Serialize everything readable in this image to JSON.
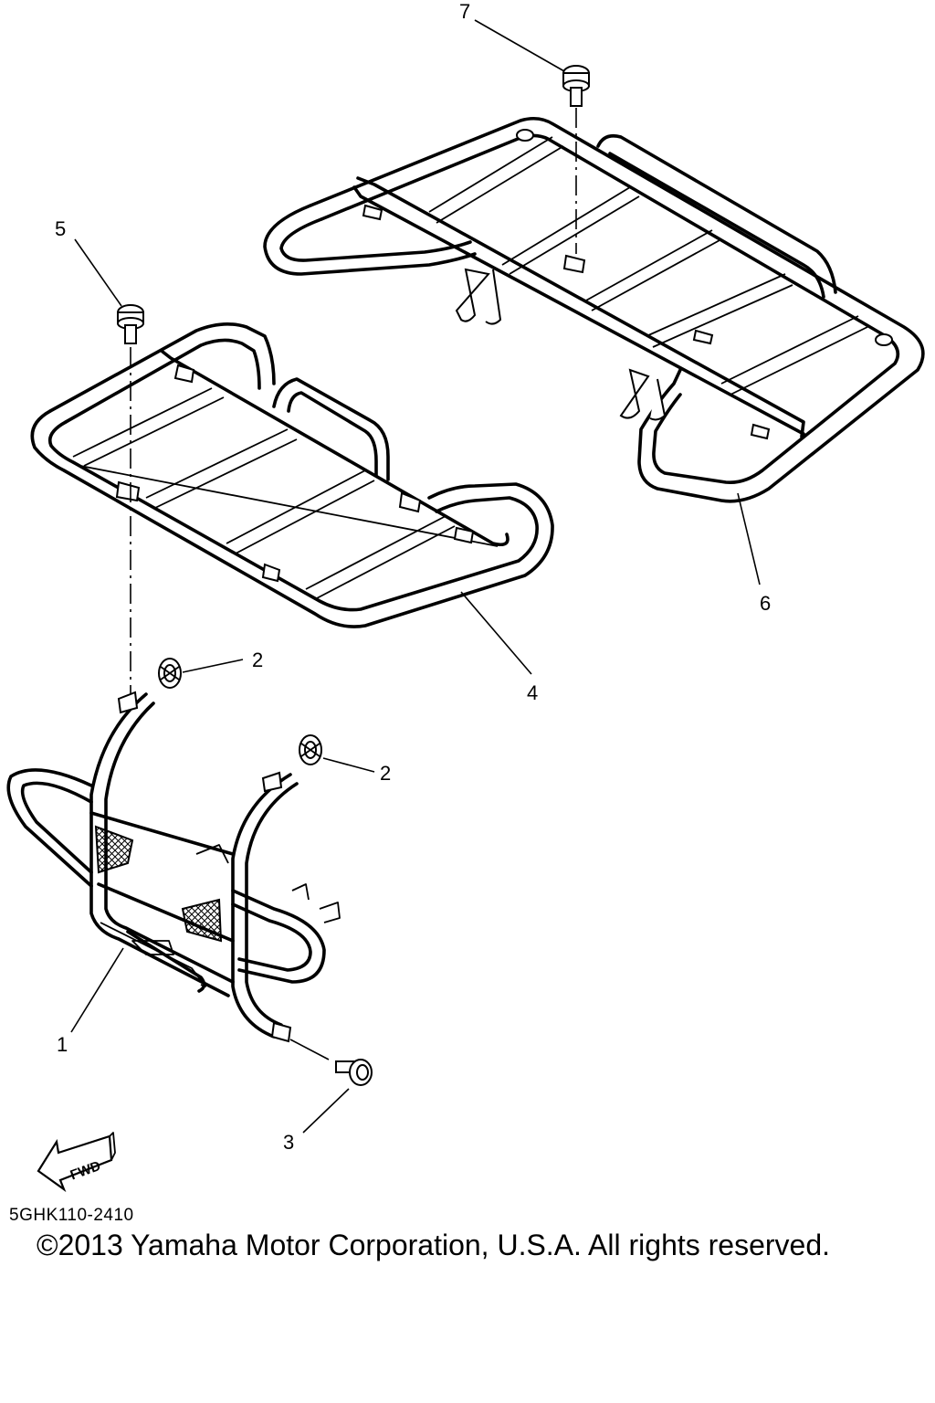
{
  "diagram": {
    "callouts": [
      {
        "id": "1",
        "text": "1"
      },
      {
        "id": "2a",
        "text": "2"
      },
      {
        "id": "2b",
        "text": "2"
      },
      {
        "id": "3",
        "text": "3"
      },
      {
        "id": "4",
        "text": "4"
      },
      {
        "id": "5",
        "text": "5"
      },
      {
        "id": "6",
        "text": "6"
      },
      {
        "id": "7",
        "text": "7"
      }
    ],
    "fwd_label": "FWD",
    "part_code": "5GHK110-2410"
  },
  "footer": {
    "copyright": "©2013 Yamaha Motor Corporation, U.S.A. All rights reserved."
  }
}
